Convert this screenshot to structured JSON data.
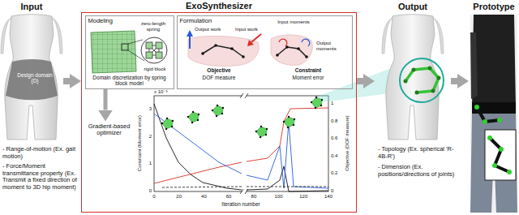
{
  "diagram": {
    "nodes": [
      {
        "text": [
          "Input"
        ]
      },
      {
        "text": [
          "ExoSynthesizer"
        ]
      },
      {
        "text": [
          "Modeling",
          "Domain discretization by spring block model"
        ],
        "in": 1
      },
      {
        "text": [
          "Formulation"
        ],
        "in": 1
      },
      {
        "text": [
          "Gradient-based optimizer"
        ],
        "in": 1
      },
      {
        "text": [
          "Output"
        ]
      },
      {
        "text": [
          "Prototype"
        ]
      }
    ],
    "edges": [
      {
        "from": 0,
        "to": 1,
        "arrow": "to"
      },
      {
        "from": 2,
        "to": 4,
        "arrow": "to"
      },
      {
        "from": 1,
        "to": 5,
        "arrow": "to"
      },
      {
        "from": 5,
        "to": 6,
        "arrow": "to"
      }
    ],
    "labels": [
      "Design domain (D)",
      "- Range-of-motion (Ex. gait motion)",
      "- Force/Moment transmittance property (Ex. Transmit a fixed direction of moment to 3D hip moment)",
      "zero-length spring",
      "rigid block",
      "Input moments",
      "Output work",
      "Input work",
      "Output moments",
      "Objective",
      "DOF measure",
      "Constraint",
      "Moment error",
      "x 10⁻³",
      "0",
      "1",
      "2",
      "3",
      "0",
      "0.2",
      "0.4",
      "0.6",
      "0.8",
      "1",
      "0",
      "20",
      "40",
      "60",
      "80",
      "100",
      "120",
      "140",
      "Constraint (Moment error)",
      "Objective (DOF measure)",
      "Iteration number",
      "- Topology (Ex. spherical 'R-4B-R')",
      "- Dimension (Ex. positions/directions of joints)"
    ]
  }
}
